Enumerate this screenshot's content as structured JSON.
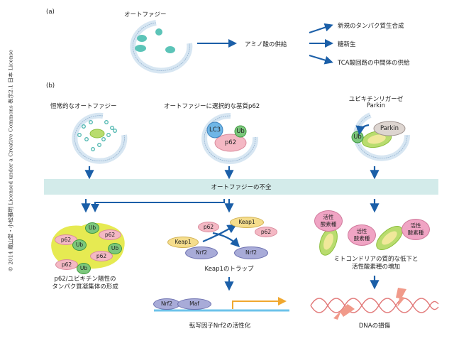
{
  "copyright": "© 2014 蔵山堂・小松雅明 Licensed under a Creative Commons 表示2.1 日本 License",
  "panel_a": {
    "label": "(a)",
    "title": "オートファジー",
    "center": "アミノ酸の供給",
    "outputs": [
      "新規のタンパク質生合成",
      "糖新生",
      "TCA酸回路の中間体の供給"
    ]
  },
  "panel_b": {
    "label": "(b)",
    "columns": [
      {
        "title": "恒常的なオートファジー"
      },
      {
        "title": "オートファジーに選択的な基質p62",
        "badges": [
          "LC3",
          "Ub",
          "p62"
        ]
      },
      {
        "title": "ユビキチンリガーゼ",
        "subtitle": "Parkin",
        "badges": [
          "Parkin",
          "Ub"
        ]
      }
    ],
    "band": "オートファジーの不全",
    "aggregate": {
      "ub_labels": [
        "Ub",
        "Ub",
        "Ub",
        "Ub"
      ],
      "p62_labels": [
        "p62",
        "p62",
        "p62",
        "p62"
      ],
      "caption": [
        "p62/ユビキチン陽性の",
        "タンパク質凝集体の形成"
      ]
    },
    "keap": {
      "labels": {
        "p62a": "p62",
        "keap1a": "Keap1",
        "nrf2a": "Nrf2",
        "keap1b": "Keap1",
        "p62b": "p62",
        "nrf2b": "Nrf2"
      },
      "caption": "Keap1のトラップ",
      "dna_labels": [
        "Nrf2",
        "Maf"
      ],
      "caption2": "転写因子Nrf2の活性化"
    },
    "ros": {
      "bubble": [
        "活性",
        "酸素種"
      ],
      "caption": [
        "ミトコンドリアの質的な低下と",
        "活性酸素種の増加"
      ],
      "caption2": "DNAの損傷"
    }
  },
  "colors": {
    "arrow": "#1b5fa8",
    "membrane": "#d7e6f2",
    "membrane_edge": "#7fa3c7",
    "band": "#d3ebea",
    "ub": "#7cc77c",
    "p62": "#f4b8c4",
    "lc3": "#6fb6e6",
    "nrf2": "#a8abd8",
    "keap1": "#f5dd8c",
    "parkin": "#ddd5d0",
    "ros": "#f0a4c4",
    "mito": "#b9dc6e",
    "dna": "#e27a7a",
    "gene": "#f0a830"
  }
}
